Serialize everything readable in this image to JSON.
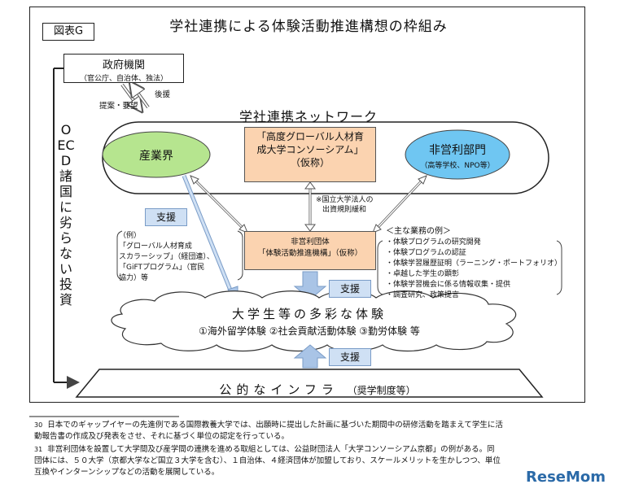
{
  "title": "学社連携による体験活動推進構想の枠組み",
  "figure_label": "図表G",
  "government": {
    "name": "政府機関",
    "sub": "（官公庁、自治体、独法）"
  },
  "arrows": {
    "proposal": "提案・要望",
    "support_back": "後援"
  },
  "network_title": "学社連携ネットワーク",
  "industry": "産業界",
  "consortium": {
    "line1": "「高度グローバル人材育",
    "line2": "成大学コンソーシアム」",
    "line3": "（仮称）"
  },
  "nonprofit_sector": {
    "name": "非営利部門",
    "sub": "（高等学校、NPO等）"
  },
  "regulation_note": {
    "line1": "※国立大学法人の",
    "line2": "出資規則緩和"
  },
  "npo_org": {
    "line1": "非営利団体",
    "line2": "「体験活動推進機構」（仮称）"
  },
  "support_label": "支援",
  "example": {
    "line1": "（例）",
    "line2": "「グローバル人材育成",
    "line3": "スカラーシップ」（経団連）、",
    "line4": "「GiFTプログラム」（官民",
    "line5": "協力）等"
  },
  "tasks": {
    "heading": "＜主な業務の例＞",
    "items": [
      "・体験プログラムの研究開発",
      "・体験プログラムの認証",
      "・体験学習履歴証明（ラーニング・ポートフォリオ）",
      "・卓越した学生の顕彰",
      "・体験学習機会に係る情報収集・提供",
      "・調査研究、政策提言"
    ]
  },
  "experience": {
    "main": "大学生等の多彩な体験",
    "sub": "①海外留学体験 ②社会貢献活動体験 ③勤労体験 等"
  },
  "oecd_vertical": "OECD諸国に劣らない投資",
  "infra": {
    "main": "公的なインフラ",
    "sub": "（奨学制度等）"
  },
  "footnotes": [
    {
      "num": "30",
      "line1": "日本でのギャップイヤーの先進例である国際教養大学では、出願時に提出した計画に基づいた期間中の研修活動を踏まえて学生に活",
      "line2": "動報告書の作成及び発表をさせ、それに基づく単位の認定を行っている。"
    },
    {
      "num": "31",
      "line1": "非営利団体を設置して大学間及び産学間の連携を進める取組としては、公益財団法人「大学コンソーシアム京都」の例がある。同",
      "line2": "団体には、５０大学（京都大学など国立３大学を含む）、１自治体、４経済団体が加盟しており、スケールメリットを生かしつつ、単位",
      "line3": "互換やインターンシップなどの活動を展開している。"
    }
  ],
  "watermark": "ReseMom",
  "colors": {
    "industry_fill": "#b6e58f",
    "nonprofit_fill": "#6fc6f2",
    "org_fill": "#fbd3b0",
    "support_fill": "#cfe0f4",
    "arrow_blue": "#a9c4e6"
  }
}
